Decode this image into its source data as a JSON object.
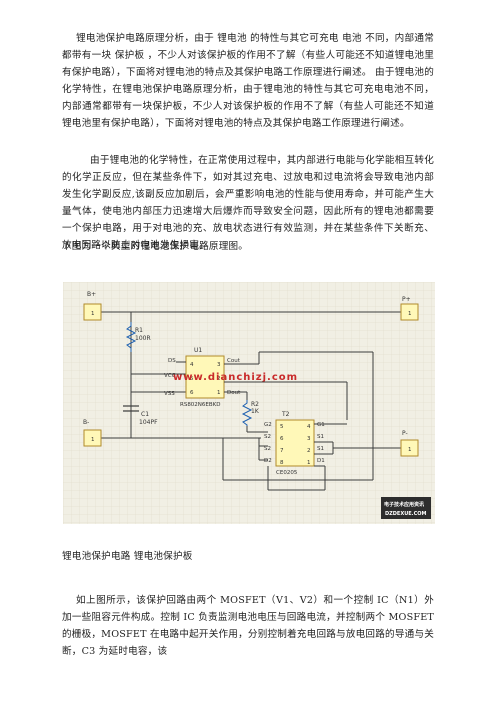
{
  "paragraphs": {
    "p1": "锂电池保护电路原理分析，由于 锂电池 的特性与其它可充电 电池 不同，内部通常都带有一块 保护板 ，不少人对该保护板的作用不了解（有些人可能还不知道锂电池里有保护电路），下面将对锂电池的特点及其保护电路工作原理进行阐述。 由于锂电池的化学特性，在锂电池保护电路原理分析，由于锂电池的特性与其它可充电电池不同，内部通常都带有一块保护板，不少人对该保护板的作用不了解（有些人可能还不知道锂电池里有保护电路），下面将对锂电池的特点及其保护电路工作原理进行阐述。",
    "p2": "由于锂电池的化学特性，在正常使用过程中，其内部进行电能与化学能相互转化的化学正反应，但在某些条件下，如对其过充电、过放电和过电流将会导致电池内部发生化学副反应,该副反应加剧后，会严重影响电池的性能与使用寿命，并可能产生大量气体，使电池内部压力迅速增大后爆炸而导致安全问题，因此所有的锂电池都需要一个保护电路，用于对电池的充、放电状态进行有效监测，并在某些条件下关断充、放电回路以防止对电池发生损害。",
    "p3": "下图为一个典型的锂电池保护电路原理图。",
    "p4": "锂电池保护电路 锂电池保护板",
    "p5": "如上图所示，该保护回路由两个 MOSFET（V1、V2）和一个控制 IC（N1）外加一些阻容元件构成。控制 IC 负责监测电池电压与回路电流，并控制两个 MOSFET 的栅极，MOSFET 在电路中起开关作用，分别控制着充电回路与放电回路的导通与关断，C3 为延时电容，该"
  },
  "schematic": {
    "labels": {
      "b_plus": "B+",
      "b_minus": "B-",
      "p_plus": "P+",
      "p_minus": "P-",
      "r1": "R1",
      "r1_val": "100R",
      "r2": "R2",
      "r2_val": "1K",
      "c1": "C1",
      "c1_val": "104PF",
      "u1": "U1",
      "u1_part": "RS802N6EBKD",
      "u2": "T2",
      "u2_part": "CE0205",
      "pin_ds": "DS",
      "pin_vcc": "VCC",
      "pin_vss": "VSS",
      "pin_cout": "Cout",
      "pin_dout": "Dout",
      "pin_g2": "G2",
      "pin_s2": "S2",
      "pin_s2b": "S2",
      "pin_d2": "D2",
      "pin_d1": "D1",
      "pin_s1": "S1",
      "pin_s1b": "S1",
      "pin_g1": "G1",
      "conn1": "1",
      "conn2": "1",
      "conn3": "1",
      "conn4": "1",
      "u1_n4": "4",
      "u1_n3": "3",
      "u1_n5": "5",
      "u1_n2": "2",
      "u1_n6": "6",
      "u1_n1": "1",
      "u2_n5": "5",
      "u2_n4": "4",
      "u2_n6": "6",
      "u2_n3": "3",
      "u2_n7": "7",
      "u2_n2": "2",
      "u2_n8": "8",
      "u2_n1": "1"
    },
    "watermark": "www.dianchizj.com",
    "logo_line1": "电子技术应用资讯",
    "logo_line2": "DZDEXUE.COM"
  },
  "colors": {
    "text": "#222222",
    "wire": "#3c3c3c",
    "figure_bg": "#f1efe4",
    "grid": "#dcd8c6",
    "component_fill": "#fff8b8",
    "component_stroke": "#b08a2a",
    "resistor": "#1c5fb0",
    "watermark": "#c92a2a",
    "logo_bg": "#2d2d2d"
  }
}
